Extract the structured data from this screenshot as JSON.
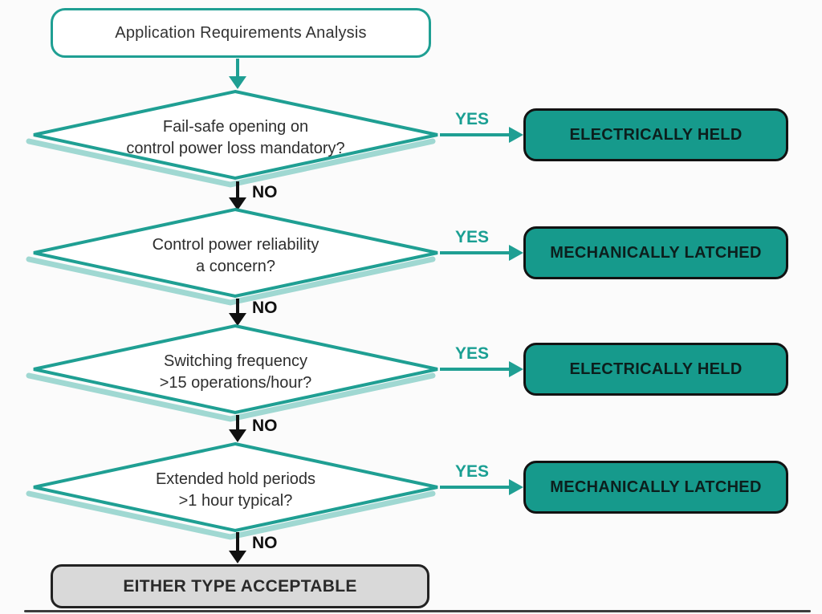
{
  "colors": {
    "accent_teal": "#1f9f93",
    "result_box_fill": "#169a8c",
    "diamond_shadow": "#a0d8d2",
    "end_box_fill": "#d9d9d9",
    "background": "#fbfbfb"
  },
  "flow": {
    "start_label": "Application Requirements Analysis",
    "decisions": [
      {
        "line1": "Fail-safe opening on",
        "line2": "control power loss mandatory?",
        "yes": "YES",
        "no": "NO"
      },
      {
        "line1": "Control power reliability",
        "line2": "a concern?",
        "yes": "YES",
        "no": "NO"
      },
      {
        "line1": "Switching frequency",
        "line2": ">15 operations/hour?",
        "yes": "YES",
        "no": "NO"
      },
      {
        "line1": "Extended hold periods",
        "line2": ">1 hour typical?",
        "yes": "YES",
        "no": "NO"
      }
    ],
    "results": [
      {
        "label": "ELECTRICALLY HELD"
      },
      {
        "label": "MECHANICALLY LATCHED"
      },
      {
        "label": "ELECTRICALLY HELD"
      },
      {
        "label": "MECHANICALLY LATCHED"
      }
    ],
    "end_label": "EITHER TYPE ACCEPTABLE"
  }
}
